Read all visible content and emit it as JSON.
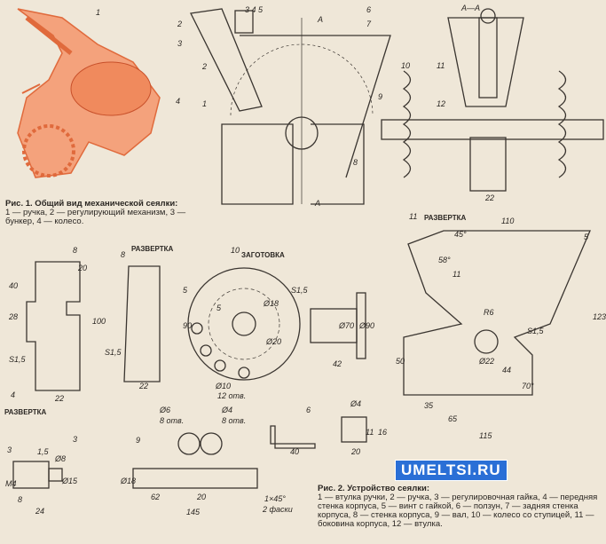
{
  "fig1_caption": {
    "title": "Рис. 1. Общий вид механической сеялки:",
    "body": "1 — ручка, 2 — регулирующий механизм, 3 — бункер, 4 — колесо."
  },
  "fig2_caption": {
    "title": "Рис. 2. Устройство сеялки:",
    "body": "1 — втулка ручки, 2 — ручка, 3 — регулировочная гайка, 4 — передняя стенка корпуса, 5 — винт с гайкой, 6 — ползун, 7 — задняя стенка корпуса, 8 — стенка корпуса, 9 — вал, 10 — колесо со ступицей, 11 — боковина корпуса, 12 — втулка."
  },
  "watermark": "UMELTSI.RU",
  "labels": [
    "1",
    "2",
    "3",
    "4",
    "3 4 5",
    "6",
    "7",
    "2",
    "1",
    "8",
    "А",
    "А",
    "А—А",
    "10",
    "11",
    "9",
    "12",
    "22",
    "8",
    "40",
    "20",
    "28",
    "100",
    "S1,5",
    "22",
    "4",
    "РАЗВЕРТКА",
    "8",
    "РАЗВЕРТКА",
    "5",
    "90",
    "S1,5",
    "22",
    "10",
    "ЗАГОТОВКА",
    "S1,5",
    "Ø18",
    "5",
    "Ø20",
    "Ø10",
    "12 отв.",
    "Ø70",
    "Ø90",
    "42",
    "11",
    "РАЗВЕРТКА",
    "110",
    "45°",
    "5",
    "58°",
    "11",
    "R6",
    "S1,5",
    "Ø22",
    "123",
    "50",
    "44",
    "70°",
    "35",
    "65",
    "115",
    "3",
    "3",
    "1,5",
    "Ø8",
    "Ø15",
    "M4",
    "8",
    "24",
    "9",
    "Ø6",
    "8 отв.",
    "Ø4",
    "8 отв.",
    "Ø18",
    "62",
    "20",
    "145",
    "1×45°",
    "2 фаски",
    "6",
    "40",
    "Ø4",
    "11",
    "16",
    "20"
  ],
  "colors": {
    "paper": "#efe7d8",
    "ink": "#2a2622",
    "orange": "#f08a5d"
  }
}
